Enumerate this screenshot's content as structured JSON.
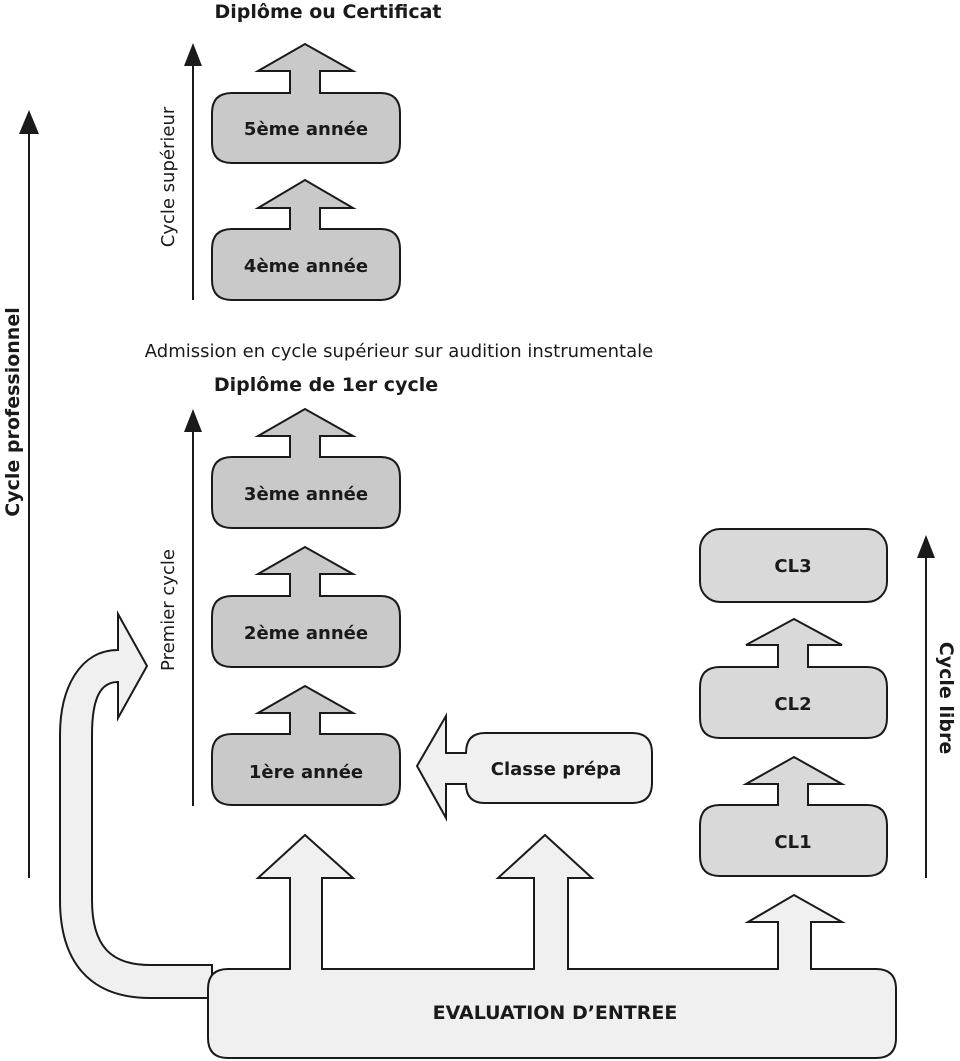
{
  "colors": {
    "year_box_fill": "#c9c9c9",
    "cl_box_fill": "#d9d9d9",
    "light_fill": "#f0f0f0",
    "stroke": "#1a1a1a"
  },
  "titles": {
    "top_diploma": "Diplôme ou Certificat",
    "admission_note": "Admission en cycle supérieur sur audition instrumentale",
    "first_cycle_diploma": "Diplôme de 1er cycle"
  },
  "axes": {
    "professional": "Cycle professionnel",
    "upper": "Cycle supérieur",
    "first": "Premier cycle",
    "free": "Cycle libre"
  },
  "years": {
    "y5": "5ème année",
    "y4": "4ème année",
    "y3": "3ème année",
    "y2": "2ème année",
    "y1": "1ère année"
  },
  "prep_class": "Classe prépa",
  "free_cycle": {
    "cl3": "CL3",
    "cl2": "CL2",
    "cl1": "CL1"
  },
  "entry": "EVALUATION D’ENTREE"
}
